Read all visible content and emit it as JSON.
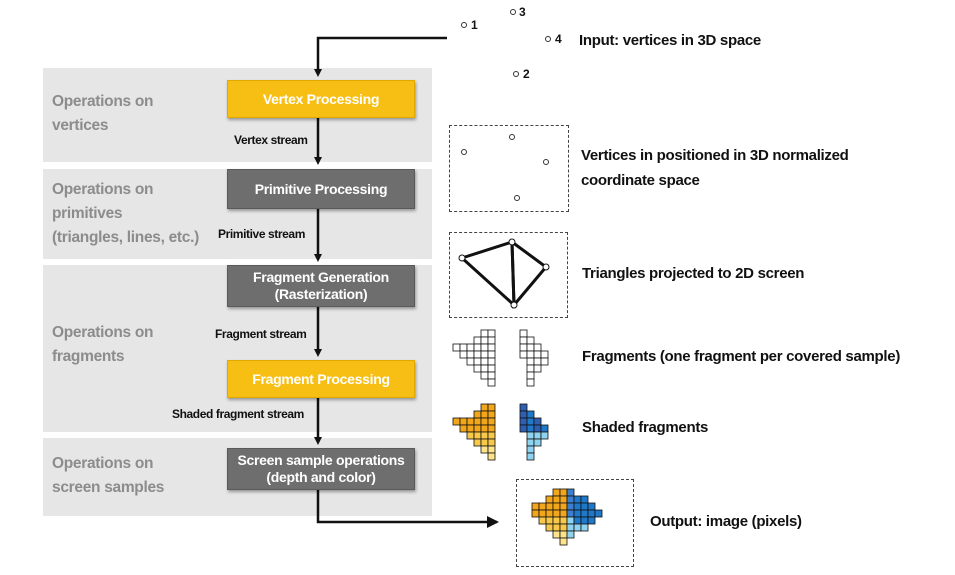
{
  "bands": [
    {
      "label": "Operations on\nvertices"
    },
    {
      "label": "Operations on\nprimitives\n(triangles, lines, etc.)"
    },
    {
      "label": "Operations on\nfragments"
    },
    {
      "label": "Operations on\nscreen samples"
    }
  ],
  "stages": [
    {
      "label": "Vertex Processing",
      "style": "yellow"
    },
    {
      "label": "Primitive Processing",
      "style": "gray"
    },
    {
      "label": "Fragment Generation\n(Rasterization)",
      "style": "gray"
    },
    {
      "label": "Fragment Processing",
      "style": "yellow"
    },
    {
      "label": "Screen sample operations\n(depth and color)",
      "style": "gray"
    }
  ],
  "streams": [
    {
      "label": "Vertex stream"
    },
    {
      "label": "Primitive stream"
    },
    {
      "label": "Fragment stream"
    },
    {
      "label": "Shaded fragment stream"
    }
  ],
  "input_vertices": [
    "1",
    "2",
    "3",
    "4"
  ],
  "descriptions": [
    {
      "text": "Input: vertices in 3D space"
    },
    {
      "text": "Vertices in positioned in 3D normalized\ncoordinate space"
    },
    {
      "text": "Triangles projected to 2D screen"
    },
    {
      "text": "Fragments (one fragment per covered sample)"
    },
    {
      "text": "Shaded fragments"
    },
    {
      "text": "Output: image (pixels)"
    }
  ],
  "colors": {
    "band": "#e6e6e6",
    "band_text": "#8c8c8c",
    "stage_yellow": "#f7bf13",
    "stage_gray": "#6e6e6e",
    "shade_orange": "#f2a71b",
    "shade_yellow": "#fde38a",
    "shade_blue": "#1f78c8",
    "shade_lightblue": "#8fd3f0"
  }
}
